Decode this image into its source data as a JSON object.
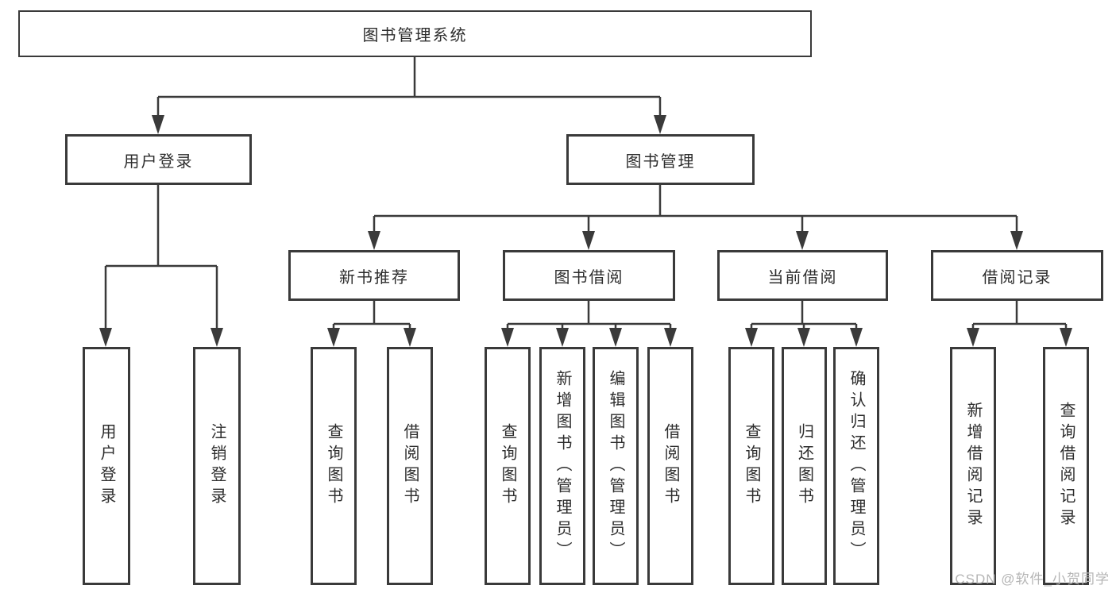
{
  "diagram": {
    "title": "图书管理系统",
    "branches": [
      {
        "label": "用户登录",
        "children": [
          {
            "label": "用户登录"
          },
          {
            "label": "注销登录"
          }
        ]
      },
      {
        "label": "图书管理",
        "children": [
          {
            "label": "新书推荐",
            "children": [
              {
                "label": "查询图书"
              },
              {
                "label": "借阅图书"
              }
            ]
          },
          {
            "label": "图书借阅",
            "children": [
              {
                "label": "查询图书"
              },
              {
                "label": "新增图书（管理员）"
              },
              {
                "label": "编辑图书（管理员）"
              },
              {
                "label": "借阅图书"
              }
            ]
          },
          {
            "label": "当前借阅",
            "children": [
              {
                "label": "查询图书"
              },
              {
                "label": "归还图书"
              },
              {
                "label": "确认归还（管理员）"
              }
            ]
          },
          {
            "label": "借阅记录",
            "children": [
              {
                "label": "新增借阅记录"
              },
              {
                "label": "查询借阅记录"
              }
            ]
          }
        ]
      }
    ]
  },
  "watermark": {
    "text": "CSDN @软件_小贺同学"
  },
  "colors": {
    "line": "#3a3a3a",
    "box_border": "#3a3a3a",
    "box_fill": "#ffffff",
    "text": "#2d2d2d",
    "watermark": "#b5b5b5",
    "background": "#ffffff"
  }
}
